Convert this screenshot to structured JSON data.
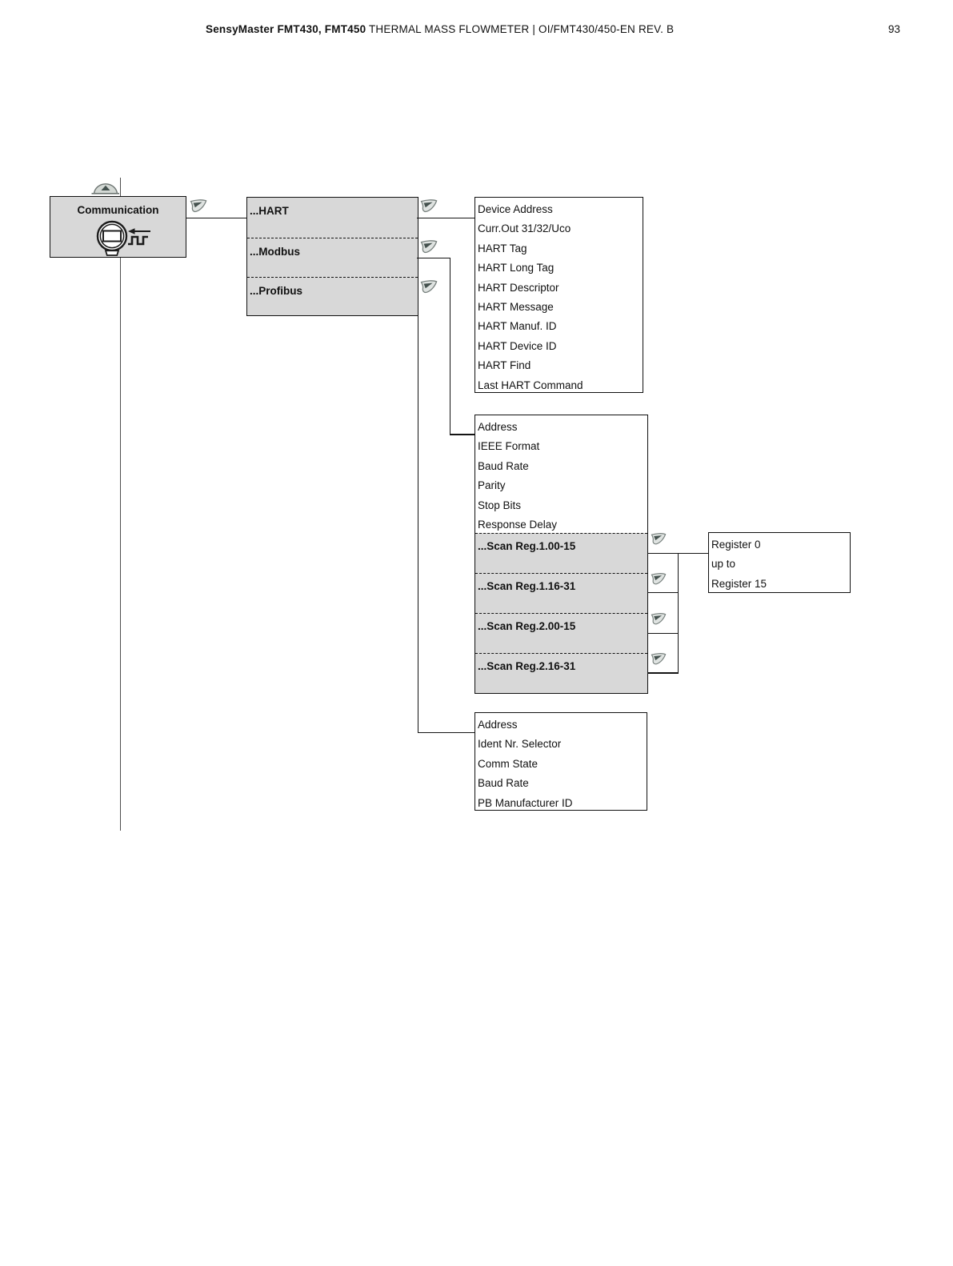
{
  "header": {
    "title_bold": "SensyMaster FMT430, FMT450",
    "title_rest": " THERMAL MASS FLOWMETER  |  OI/FMT430/450-EN REV. B",
    "page_number": "93"
  },
  "diagram": {
    "root": {
      "label": "Communication"
    },
    "menu": {
      "items": [
        {
          "label": "...HART"
        },
        {
          "label": "...Modbus"
        },
        {
          "label": "...Profibus"
        }
      ]
    },
    "hart_list": {
      "items": [
        "Device Address",
        "Curr.Out 31/32/Uco",
        "HART Tag",
        "HART Long Tag",
        "HART Descriptor",
        "HART Message",
        "HART Manuf. ID",
        "HART Device ID",
        "HART Find",
        "Last HART Command"
      ]
    },
    "modbus_list": {
      "items": [
        "Address",
        "IEEE Format",
        "Baud Rate",
        "Parity",
        "Stop Bits",
        "Response Delay"
      ],
      "submenus": [
        "...Scan Reg.1.00-15",
        "...Scan Reg.1.16-31",
        "...Scan Reg.2.00-15",
        "...Scan Reg.2.16-31"
      ]
    },
    "register_list": {
      "items": [
        "Register 0",
        "up to",
        "Register 15"
      ]
    },
    "profibus_list": {
      "items": [
        "Address",
        "Ident Nr. Selector",
        "Comm State",
        "Baud Rate",
        "PB Manufacturer ID"
      ]
    },
    "icons": {
      "up_arrow": "up-arrow-dome-icon",
      "select": "select-hand-icon",
      "transmitter": "transmitter-communication-icon"
    },
    "colors": {
      "box_gray": "#d8d8d8",
      "line_black": "#141414",
      "trunk_gray": "#4d4d4d",
      "hand_light": "#dfe3e1",
      "hand_dark": "#44514e"
    }
  }
}
